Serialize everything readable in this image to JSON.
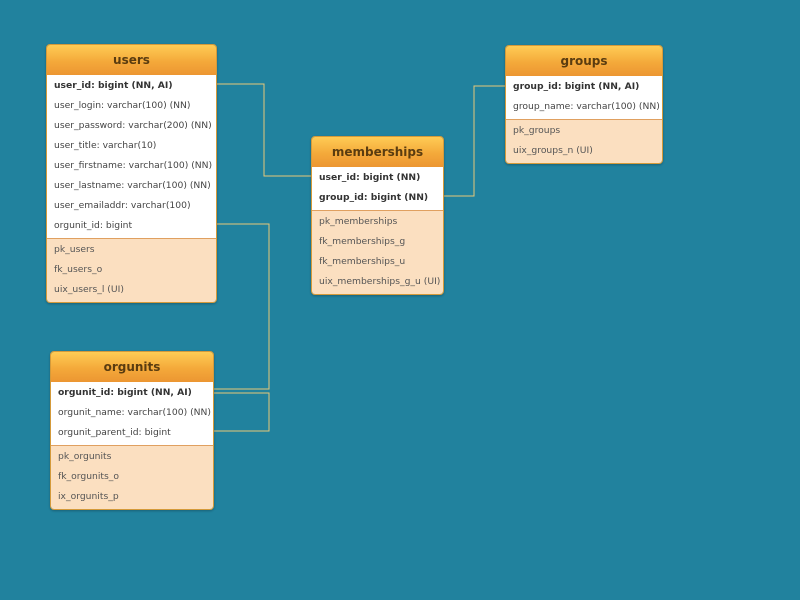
{
  "tables": {
    "users": {
      "title": "users",
      "columns": [
        {
          "text": "user_id: bigint (NN, AI)",
          "pk": true
        },
        {
          "text": "user_login: varchar(100) (NN)",
          "pk": false
        },
        {
          "text": "user_password: varchar(200) (NN)",
          "pk": false
        },
        {
          "text": "user_title: varchar(10)",
          "pk": false
        },
        {
          "text": "user_firstname: varchar(100) (NN)",
          "pk": false
        },
        {
          "text": "user_lastname: varchar(100) (NN)",
          "pk": false
        },
        {
          "text": "user_emailaddr: varchar(100)",
          "pk": false
        },
        {
          "text": "orgunit_id: bigint",
          "pk": false
        }
      ],
      "indexes": [
        "pk_users",
        "fk_users_o",
        "uix_users_l (UI)"
      ]
    },
    "groups": {
      "title": "groups",
      "columns": [
        {
          "text": "group_id: bigint (NN, AI)",
          "pk": true
        },
        {
          "text": "group_name: varchar(100) (NN)",
          "pk": false
        }
      ],
      "indexes": [
        "pk_groups",
        "uix_groups_n (UI)"
      ]
    },
    "memberships": {
      "title": "memberships",
      "columns": [
        {
          "text": "user_id: bigint (NN)",
          "pk": true
        },
        {
          "text": "group_id: bigint (NN)",
          "pk": true
        }
      ],
      "indexes": [
        "pk_memberships",
        "fk_memberships_g",
        "fk_memberships_u",
        "uix_memberships_g_u (UI)"
      ]
    },
    "orgunits": {
      "title": "orgunits",
      "columns": [
        {
          "text": "orgunit_id: bigint (NN, AI)",
          "pk": true
        },
        {
          "text": "orgunit_name: varchar(100) (NN)",
          "pk": false
        },
        {
          "text": "orgunit_parent_id: bigint",
          "pk": false
        }
      ],
      "indexes": [
        "pk_orgunits",
        "fk_orgunits_o",
        "ix_orgunits_p"
      ]
    }
  },
  "colors": {
    "background": "#21829e",
    "header": "#f4a93a",
    "index_section": "#fbdfc0",
    "connector": "#e8c878"
  }
}
